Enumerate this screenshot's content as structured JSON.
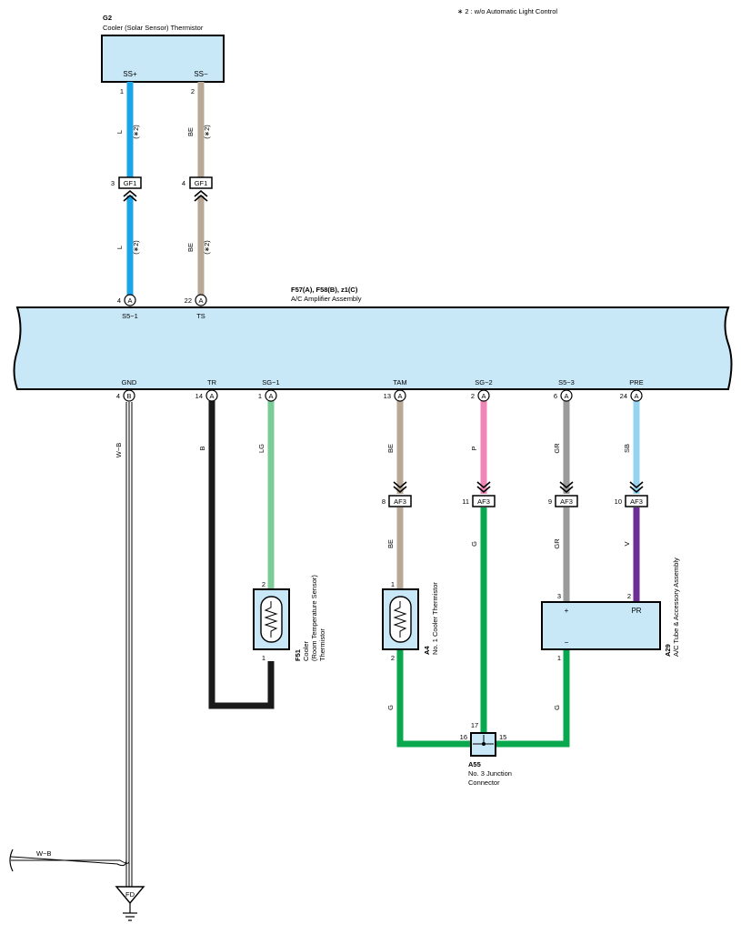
{
  "note": "∗ 2 : w/o Automatic Light Control",
  "colors": {
    "component_fill": "#c8e8f8",
    "blue_L": "#1aa6e6",
    "beige_BE": "#b9a896",
    "black_B": "#1a1a1a",
    "lightgreen_LG": "#7ccc98",
    "pink_P": "#ef86b6",
    "gray_GR": "#9a9a9a",
    "skyblue_SB": "#94d4f0",
    "green_G": "#0aa84e",
    "violet_V": "#6c2e94"
  },
  "sensor": {
    "code": "G2",
    "name": "Cooler (Solar Sensor) Thermistor",
    "pin1_label": "SS+",
    "pin2_label": "SS−",
    "pin1_num": "1",
    "pin2_num": "2"
  },
  "upper_wires": {
    "left_color": "L",
    "right_color": "BE",
    "cond": "(∗2)"
  },
  "gf1": {
    "name": "GF1",
    "left_pin": "3",
    "right_pin": "4"
  },
  "amplifier": {
    "code": "F57(A), F58(B), z1(C)",
    "name": "A/C Amplifier Assembly",
    "top_pins": [
      {
        "num": "4",
        "conn": "A",
        "label": "S5−1"
      },
      {
        "num": "22",
        "conn": "A",
        "label": "TS"
      }
    ],
    "bottom_pins": [
      {
        "num": "4",
        "conn": "B",
        "label": "GND"
      },
      {
        "num": "14",
        "conn": "A",
        "label": "TR"
      },
      {
        "num": "1",
        "conn": "A",
        "label": "SG−1"
      },
      {
        "num": "13",
        "conn": "A",
        "label": "TAM"
      },
      {
        "num": "2",
        "conn": "A",
        "label": "SG−2"
      },
      {
        "num": "6",
        "conn": "A",
        "label": "S5−3"
      },
      {
        "num": "24",
        "conn": "A",
        "label": "PRE"
      }
    ]
  },
  "lower_wire_colors": {
    "gnd": "W−B",
    "tr": "B",
    "sg1": "LG",
    "tam": "BE",
    "sg2": "P",
    "s53": "GR",
    "pre": "SB",
    "tam_below": "BE",
    "sg2_below": "G",
    "s53_below": "GR",
    "pre_below": "V",
    "a4_out": "G",
    "a29_out": "G"
  },
  "af3": {
    "name": "AF3",
    "pins": [
      "8",
      "11",
      "9",
      "10"
    ]
  },
  "f51": {
    "code": "F51",
    "line1": "Cooler",
    "line2": "(Room Temperature Sensor)",
    "line3": "Thermistor",
    "pin_top": "2",
    "pin_bottom": "1"
  },
  "a4": {
    "code": "A4",
    "name": "No. 1 Cooler Thermistor",
    "pin_top": "1",
    "pin_bottom": "2"
  },
  "a29": {
    "code": "A29",
    "name": "A/C Tube & Accessory Assembly",
    "pin_plus_num": "3",
    "pin_pr_num": "2",
    "pin_minus_num": "1",
    "plus_label": "+",
    "pr_label": "PR",
    "minus_label": "−"
  },
  "a55": {
    "code": "A55",
    "line1": "No. 3 Junction",
    "line2": "Connector",
    "pin_top": "17",
    "pin_left": "16",
    "pin_right": "15"
  },
  "ground": {
    "wire_color": "W−B",
    "label": "FD"
  }
}
